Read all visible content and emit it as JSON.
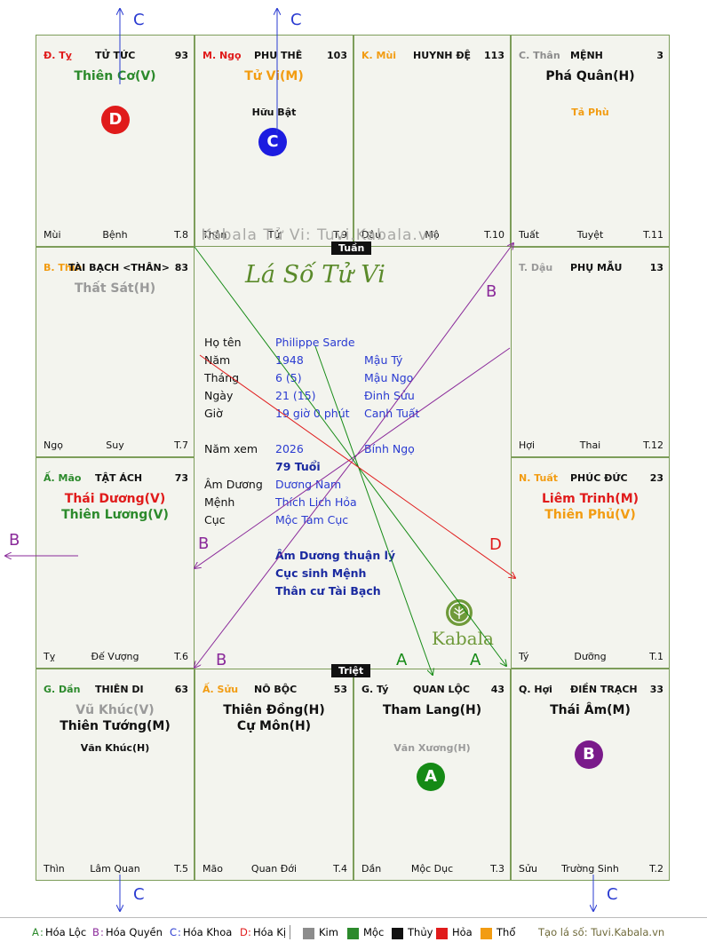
{
  "colors": {
    "green": "#2c8a2c",
    "red": "#e01b1b",
    "orange": "#f29c12",
    "gray": "#8c8c8c",
    "blue": "#2a3bd1",
    "purple": "#8a2a9a",
    "black": "#111111"
  },
  "cells": [
    {
      "id": "ty",
      "branch": "Đ. Tỵ",
      "branch_color": "#e01b1b",
      "name": "TỬ TỨC",
      "num": "93",
      "stars": [
        {
          "text": "Thiên Cơ(V)",
          "color": "#2c8a2c"
        }
      ],
      "minor": [],
      "foot": [
        "Mùi",
        "Bệnh",
        "T.8"
      ]
    },
    {
      "id": "ngo",
      "branch": "M. Ngọ",
      "branch_color": "#e01b1b",
      "name": "PHU THÊ",
      "num": "103",
      "stars": [
        {
          "text": "Tử Vi(M)",
          "color": "#f29c12"
        }
      ],
      "minor": [
        {
          "text": "Hữu Bật",
          "color": "#111111"
        }
      ],
      "foot": [
        "Thân",
        "Tử",
        "T.9"
      ]
    },
    {
      "id": "mui",
      "branch": "K. Mùi",
      "branch_color": "#f29c12",
      "name": "HUYNH ĐỆ",
      "num": "113",
      "stars": [],
      "minor": [],
      "foot": [
        "Dậu",
        "Mộ",
        "T.10"
      ]
    },
    {
      "id": "than",
      "branch": "C. Thân",
      "branch_color": "#8c8c8c",
      "name": "MỆNH",
      "num": "3",
      "stars": [
        {
          "text": "Phá Quân(H)",
          "color": "#111111"
        }
      ],
      "minor": [
        {
          "text": "Tả Phù",
          "color": "#f29c12"
        }
      ],
      "foot": [
        "Tuất",
        "Tuyệt",
        "T.11"
      ]
    },
    {
      "id": "thin",
      "branch": "B. Thìn",
      "branch_color": "#f29c12",
      "name": "TÀI BẠCH <THÂN>",
      "num": "83",
      "stars": [
        {
          "text": "Thất Sát(H)",
          "color": "#9a9a9a"
        }
      ],
      "minor": [],
      "foot": [
        "Ngọ",
        "Suy",
        "T.7"
      ]
    },
    {
      "id": "dau",
      "branch": "T. Dậu",
      "branch_color": "#9a9a9a",
      "name": "PHỤ MẪU",
      "num": "13",
      "stars": [],
      "minor": [],
      "foot": [
        "Hợi",
        "Thai",
        "T.12"
      ]
    },
    {
      "id": "mao",
      "branch": "Ấ. Mão",
      "branch_color": "#2c8a2c",
      "name": "TẬT ÁCH",
      "num": "73",
      "stars": [
        {
          "text": "Thái Dương(V)",
          "color": "#e01b1b"
        },
        {
          "text": "Thiên Lương(V)",
          "color": "#2c8a2c"
        }
      ],
      "minor": [],
      "foot": [
        "Tỵ",
        "Đế Vượng",
        "T.6"
      ]
    },
    {
      "id": "tuat",
      "branch": "N. Tuất",
      "branch_color": "#f29c12",
      "name": "PHÚC ĐỨC",
      "num": "23",
      "stars": [
        {
          "text": "Liêm Trinh(M)",
          "color": "#e01b1b"
        },
        {
          "text": "Thiên Phủ(V)",
          "color": "#f29c12"
        }
      ],
      "minor": [],
      "foot": [
        "Tý",
        "Dưỡng",
        "T.1"
      ]
    },
    {
      "id": "dan",
      "branch": "G. Dần",
      "branch_color": "#2c8a2c",
      "name": "THIÊN DI",
      "num": "63",
      "stars": [
        {
          "text": "Vũ Khúc(V)",
          "color": "#9a9a9a"
        },
        {
          "text": "Thiên Tướng(M)",
          "color": "#111111"
        }
      ],
      "minor": [
        {
          "text": "Văn Khúc(H)",
          "color": "#111111"
        }
      ],
      "foot": [
        "Thìn",
        "Lâm Quan",
        "T.5"
      ]
    },
    {
      "id": "suu",
      "branch": "Ấ. Sửu",
      "branch_color": "#f29c12",
      "name": "NÔ BỘC",
      "num": "53",
      "stars": [
        {
          "text": "Thiên Đồng(H)",
          "color": "#111111"
        },
        {
          "text": "Cự Môn(H)",
          "color": "#111111"
        }
      ],
      "minor": [],
      "foot": [
        "Mão",
        "Quan Đới",
        "T.4"
      ]
    },
    {
      "id": "tyy",
      "branch": "G. Tý",
      "branch_color": "#111111",
      "name": "QUAN LỘC",
      "num": "43",
      "stars": [
        {
          "text": "Tham Lang(H)",
          "color": "#111111"
        }
      ],
      "minor": [
        {
          "text": "Văn Xương(H)",
          "color": "#9a9a9a"
        }
      ],
      "foot": [
        "Dần",
        "Mộc Dục",
        "T.3"
      ]
    },
    {
      "id": "hoi",
      "branch": "Q. Hợi",
      "branch_color": "#111111",
      "name": "ĐIỀN TRẠCH",
      "num": "33",
      "stars": [
        {
          "text": "Thái Âm(M)",
          "color": "#111111"
        }
      ],
      "minor": [],
      "foot": [
        "Sửu",
        "Trường Sinh",
        "T.2"
      ]
    }
  ],
  "circles": [
    {
      "label": "D",
      "color": "#e01b1b"
    },
    {
      "label": "C",
      "color": "#1c1ce0"
    },
    {
      "label": "A",
      "color": "#158a15"
    },
    {
      "label": "B",
      "color": "#7a1a8a"
    }
  ],
  "tags": {
    "tuan": "Tuần",
    "triet": "Triệt"
  },
  "center": {
    "watermark": "Kabala Tử Vi: Tuvi.Kabala.vn",
    "logo_title": "Lá Số Tử Vi",
    "brand": "Kabala",
    "rows": [
      {
        "label": "Họ tên",
        "v1": "Philippe Sarde",
        "v2": ""
      },
      {
        "label": "Năm",
        "v1": "1948",
        "v2": "Mậu Tý"
      },
      {
        "label": "Tháng",
        "v1": "6  (5)",
        "v2": "Mậu Ngọ"
      },
      {
        "label": "Ngày",
        "v1": "21  (15)",
        "v2": "Đinh Sửu"
      },
      {
        "label": "Giờ",
        "v1": "19 giờ 0 phút",
        "v2": "Canh Tuất"
      },
      {
        "label": "Năm xem",
        "v1": "2026",
        "v2": "Bính Ngọ"
      },
      {
        "label": "",
        "v1": "79 Tuổi",
        "v2": ""
      },
      {
        "label": "Âm Dương",
        "v1": "Dương Nam",
        "v2": ""
      },
      {
        "label": "Mệnh",
        "v1": "Thích Lịch Hỏa",
        "v2": ""
      },
      {
        "label": "Cục",
        "v1": "Mộc Tam Cục",
        "v2": ""
      }
    ],
    "notes": [
      "Âm Dương thuận lý",
      "Cục sinh Mệnh",
      "Thân cư Tài Bạch"
    ]
  },
  "arrow_labels": {
    "c": "C",
    "b": "B",
    "a": "A",
    "d": "D"
  },
  "legend": {
    "hoa": [
      {
        "key": "A",
        "text": "Hóa Lộc",
        "color": "#2c8a2c"
      },
      {
        "key": "B",
        "text": "Hóa Quyền",
        "color": "#8a2a9a"
      },
      {
        "key": "C",
        "text": "Hóa Khoa",
        "color": "#2a3bd1"
      },
      {
        "key": "D",
        "text": "Hóa Kị",
        "color": "#e01b1b"
      }
    ],
    "elements": [
      {
        "text": "Kim",
        "color": "#8c8c8c"
      },
      {
        "text": "Mộc",
        "color": "#2c8a2c"
      },
      {
        "text": "Thủy",
        "color": "#111111"
      },
      {
        "text": "Hỏa",
        "color": "#e01b1b"
      },
      {
        "text": "Thổ",
        "color": "#f29c12"
      }
    ],
    "site": "Tạo lá số: Tuvi.Kabala.vn"
  }
}
